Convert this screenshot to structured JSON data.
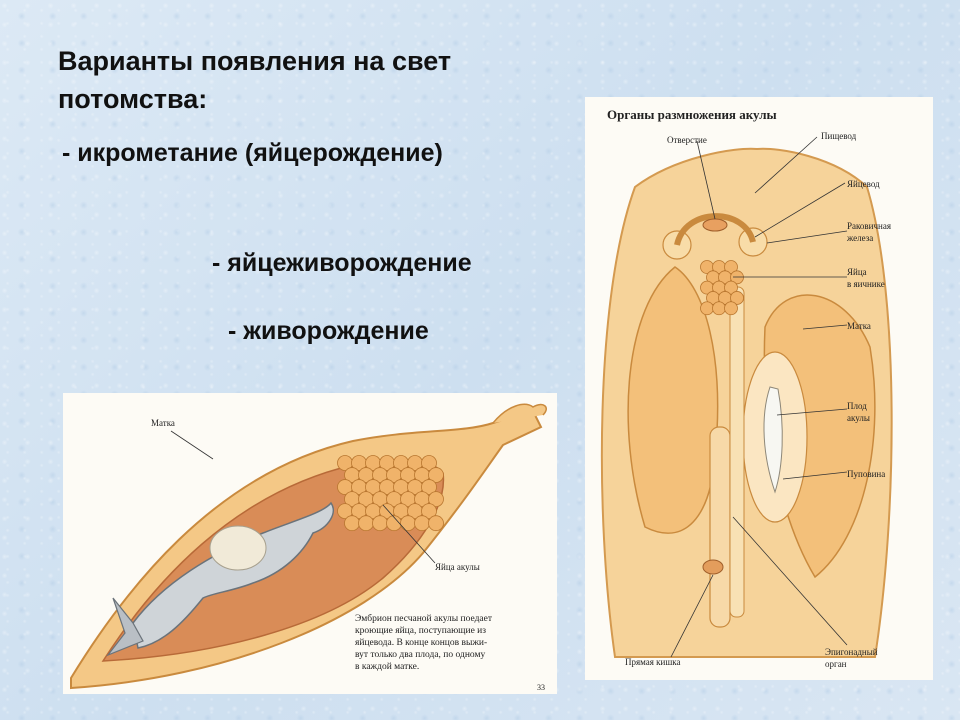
{
  "slide": {
    "title": "Варианты появления на свет потомства:",
    "items": [
      "- икрометание (яйцерождение)",
      "- яйцеживорождение",
      "- живорождение"
    ]
  },
  "figure_left": {
    "labels": {
      "uterus": "Матка",
      "eggs": "Яйца акулы"
    },
    "caption_lines": [
      "Эмбрион песчаной акулы поедает",
      "кроющие яйца, поступающие из",
      "яйцевода. В конце концов выжи-",
      "вут только два плода, по одному",
      "в каждой матке."
    ],
    "page_number": "33"
  },
  "figure_right": {
    "title": "Органы размножения акулы",
    "labels": {
      "opening": "Отверстие",
      "esophagus": "Пищевод",
      "oviduct": "Яйцевод",
      "shell_gland_1": "Раковичная",
      "shell_gland_2": "железа",
      "eggs_1": "Яйца",
      "eggs_2": "в яичнике",
      "uterus": "Матка",
      "fetus_1": "Плод",
      "fetus_2": "акулы",
      "cord": "Пуповина",
      "rectum": "Прямая кишка",
      "epigonal_1": "Эпигонадный",
      "epigonal_2": "орган"
    }
  },
  "colors": {
    "text": "#111111",
    "background": "#d4e3f1",
    "tissue": "#f2c27a",
    "tissue_dark": "#d89a4c",
    "cavity": "#d9885a",
    "egg": "#f0b36a"
  }
}
